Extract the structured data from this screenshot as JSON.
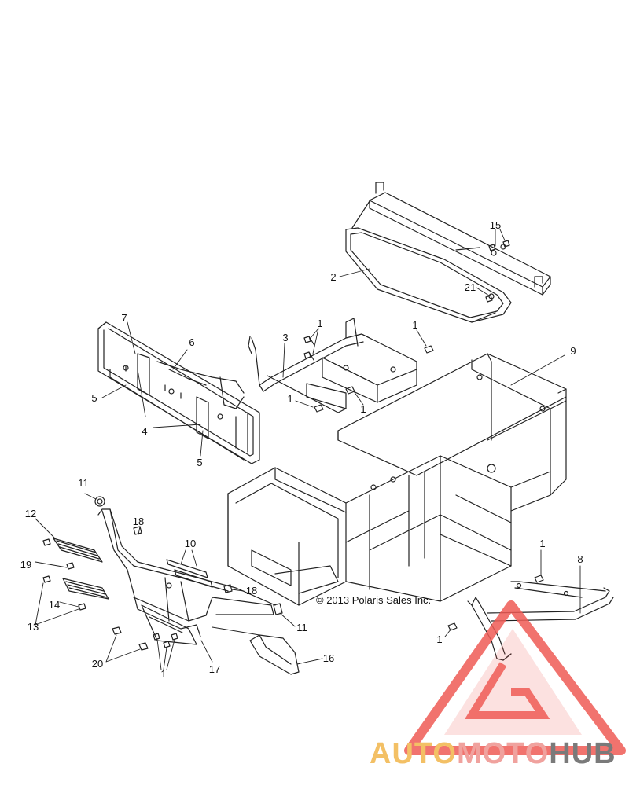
{
  "callouts": [
    {
      "id": "c15",
      "label": "15"
    },
    {
      "id": "c2",
      "label": "2"
    },
    {
      "id": "c21",
      "label": "21"
    },
    {
      "id": "c7",
      "label": "7"
    },
    {
      "id": "c6",
      "label": "6"
    },
    {
      "id": "c5a",
      "label": "5"
    },
    {
      "id": "c4",
      "label": "4"
    },
    {
      "id": "c5b",
      "label": "5"
    },
    {
      "id": "c3",
      "label": "3"
    },
    {
      "id": "c1a",
      "label": "1"
    },
    {
      "id": "c1b",
      "label": "1"
    },
    {
      "id": "c1c",
      "label": "1"
    },
    {
      "id": "c1d",
      "label": "1"
    },
    {
      "id": "c9",
      "label": "9"
    },
    {
      "id": "c11a",
      "label": "11"
    },
    {
      "id": "c12",
      "label": "12"
    },
    {
      "id": "c18a",
      "label": "18"
    },
    {
      "id": "c10",
      "label": "10"
    },
    {
      "id": "c19",
      "label": "19"
    },
    {
      "id": "c14",
      "label": "14"
    },
    {
      "id": "c13",
      "label": "13"
    },
    {
      "id": "c18b",
      "label": "18"
    },
    {
      "id": "c11b",
      "label": "11"
    },
    {
      "id": "c20",
      "label": "20"
    },
    {
      "id": "c1e",
      "label": "1"
    },
    {
      "id": "c17",
      "label": "17"
    },
    {
      "id": "c16",
      "label": "16"
    },
    {
      "id": "c1f",
      "label": "1"
    },
    {
      "id": "c8",
      "label": "8"
    },
    {
      "id": "c1g",
      "label": "1"
    }
  ],
  "copyright": "© 2013 Polaris Sales Inc.",
  "logo": {
    "part1": "AUTO",
    "part2": "MOTO",
    "part3": "HUB",
    "colors": {
      "part1": "#f3c065",
      "part2": "#f0a29e",
      "part3": "#7a7a7a",
      "mark": "#ef5a55"
    }
  }
}
